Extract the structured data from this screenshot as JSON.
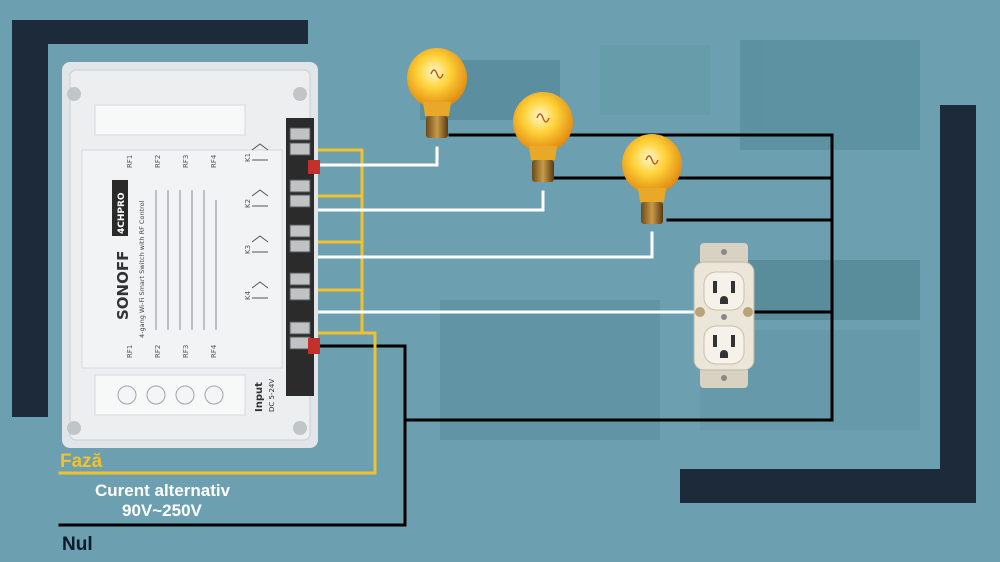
{
  "colors": {
    "background": "#6c9fb0",
    "frame": "#1c2a3a",
    "phase_wire": "#f2c12e",
    "neutral_wire": "#000000",
    "load_wire": "#ffffff",
    "device_body": "#eceeef"
  },
  "device": {
    "brand": "SONOFF",
    "model": "4CHPRO",
    "subtitle": "4-gang Wi-Fi Smart Switch with RF Control",
    "relay_labels": [
      "RF1",
      "RF2",
      "RF3",
      "RF4"
    ],
    "channel_labels": [
      "K1",
      "K2",
      "K3",
      "K4"
    ],
    "input_label": "Input",
    "input_range": "DC 5-24V"
  },
  "icons": [
    "bulb-icon",
    "outlet-icon",
    "pushbutton-icon"
  ],
  "labels": {
    "phase": "Fază",
    "ac_line1": "Curent alternativ",
    "ac_line2": "90V~250V",
    "neutral": "Nul"
  }
}
